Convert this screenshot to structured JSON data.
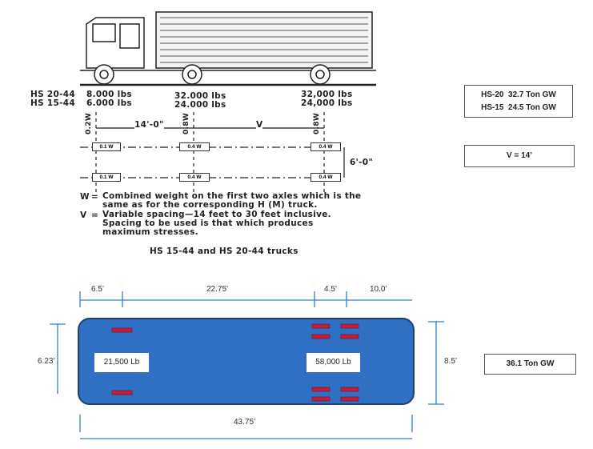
{
  "standard": {
    "rows": [
      {
        "label": "HS 20-44",
        "front": "8.000 lbs",
        "mid": "32.000 lbs",
        "rear": "32,000 lbs"
      },
      {
        "label": "HS 15-44",
        "front": "6.000 lbs",
        "mid": "24.000 lbs",
        "rear": "24,000 lbs"
      }
    ],
    "axle_fractions": [
      "0.2W",
      "0.8W",
      "0.8W"
    ],
    "spacing_fixed": "14'-0\"",
    "spacing_variable": "V",
    "wheel_loads": [
      "0.1 W",
      "0.4 W",
      "0.4 W"
    ],
    "track_width": "6'-0\"",
    "notes": [
      {
        "sym": "W",
        "eq": "=",
        "text": "Combined weight on the first two axles which is the same as for the corresponding H (M) truck."
      },
      {
        "sym": "V",
        "eq": "=",
        "text": "Variable spacing—14 feet to 30 feet inclusive. Spacing to be used is that which produces maximum stresses."
      }
    ],
    "caption": "HS 15-44 and HS 20-44 trucks"
  },
  "summary": {
    "gw_lines": [
      "HS-20  32.7 Ton GW",
      "HS-15  24.5 Ton GW"
    ],
    "v_value": "V = 14’",
    "bus_gw": "36.1 Ton GW"
  },
  "bus": {
    "dims_top": [
      "6.5’",
      "22.75’",
      "4.5’",
      "10.0’"
    ],
    "left_width": "6.23’",
    "right_width": "8.5’",
    "length": "43.75’",
    "front_load": "21,500 Lb",
    "rear_load": "58,000 Lb",
    "colors": {
      "body": "#2f6fc4",
      "border": "#1f3f70",
      "axle": "#c0203a",
      "dim": "#2e7fd0"
    }
  }
}
